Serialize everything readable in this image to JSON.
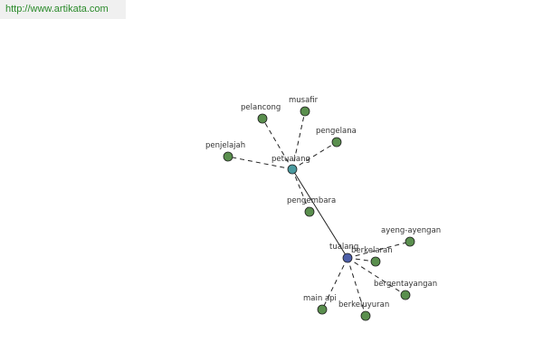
{
  "banner": {
    "url": "http://www.artikata.com"
  },
  "colors": {
    "leaf_node": "#5a8f4e",
    "hub_primary": "#4a9a9f",
    "hub_secondary": "#4d5fa8",
    "edge": "#222222",
    "banner_text": "#2a8a2a"
  },
  "graph": {
    "nodes": [
      {
        "id": "petualang",
        "label": "petualang",
        "kind": "hub_primary"
      },
      {
        "id": "tualang",
        "label": "tualang",
        "kind": "hub_secondary"
      },
      {
        "id": "musafir",
        "label": "musafir",
        "kind": "leaf"
      },
      {
        "id": "pelancong",
        "label": "pelancong",
        "kind": "leaf"
      },
      {
        "id": "pengelana",
        "label": "pengelana",
        "kind": "leaf"
      },
      {
        "id": "penjelajah",
        "label": "penjelajah",
        "kind": "leaf"
      },
      {
        "id": "pengembara",
        "label": "pengembara",
        "kind": "leaf"
      },
      {
        "id": "ayeng-ayengan",
        "label": "ayeng-ayengan",
        "kind": "leaf"
      },
      {
        "id": "berkelaran",
        "label": "berkelaran",
        "kind": "leaf"
      },
      {
        "id": "bergentayangan",
        "label": "bergentayangan",
        "kind": "leaf"
      },
      {
        "id": "berkeluyuran",
        "label": "berkeluyuran",
        "kind": "leaf"
      },
      {
        "id": "main-api",
        "label": "main api",
        "kind": "leaf"
      }
    ],
    "edges": [
      {
        "from": "petualang",
        "to": "tualang",
        "style": "solid"
      },
      {
        "from": "petualang",
        "to": "musafir",
        "style": "dashed"
      },
      {
        "from": "petualang",
        "to": "pelancong",
        "style": "dashed"
      },
      {
        "from": "petualang",
        "to": "pengelana",
        "style": "dashed"
      },
      {
        "from": "petualang",
        "to": "penjelajah",
        "style": "dashed"
      },
      {
        "from": "petualang",
        "to": "pengembara",
        "style": "dashed"
      },
      {
        "from": "tualang",
        "to": "ayeng-ayengan",
        "style": "dashed"
      },
      {
        "from": "tualang",
        "to": "berkelaran",
        "style": "dashed"
      },
      {
        "from": "tualang",
        "to": "bergentayangan",
        "style": "dashed"
      },
      {
        "from": "tualang",
        "to": "berkeluyuran",
        "style": "dashed"
      },
      {
        "from": "tualang",
        "to": "main-api",
        "style": "dashed"
      }
    ]
  }
}
